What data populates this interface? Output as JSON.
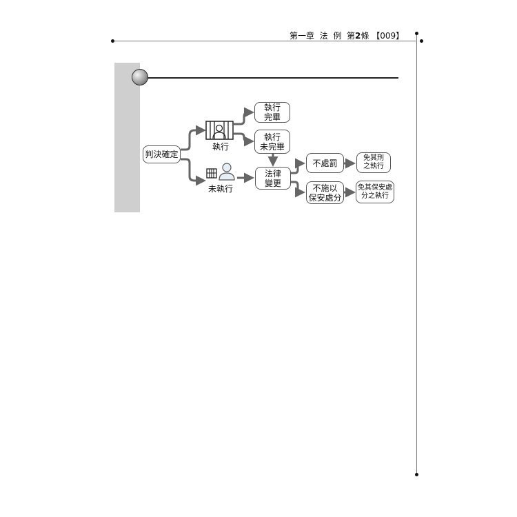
{
  "header": {
    "chapter": "第一章",
    "part1": "法",
    "part2": "例",
    "article_prefix": "第",
    "article_num": "2",
    "article_suffix": "條",
    "page": "【009】"
  },
  "diagram": {
    "judgment_final": "判決確定",
    "executed_label": "執行",
    "not_executed_label": "未執行",
    "exec_complete": "執行\n完畢",
    "exec_incomplete": "執行\n未完畢",
    "law_change": "法律\n變更",
    "no_punishment": "不處罰",
    "no_security_measure": "不施以\n保安處分",
    "exempt_punishment": "免其刑\n之執行",
    "exempt_security": "免其保安處\n分之執行"
  },
  "icons": {
    "prison": "prison-inmate-icon",
    "person": "person-icon"
  }
}
